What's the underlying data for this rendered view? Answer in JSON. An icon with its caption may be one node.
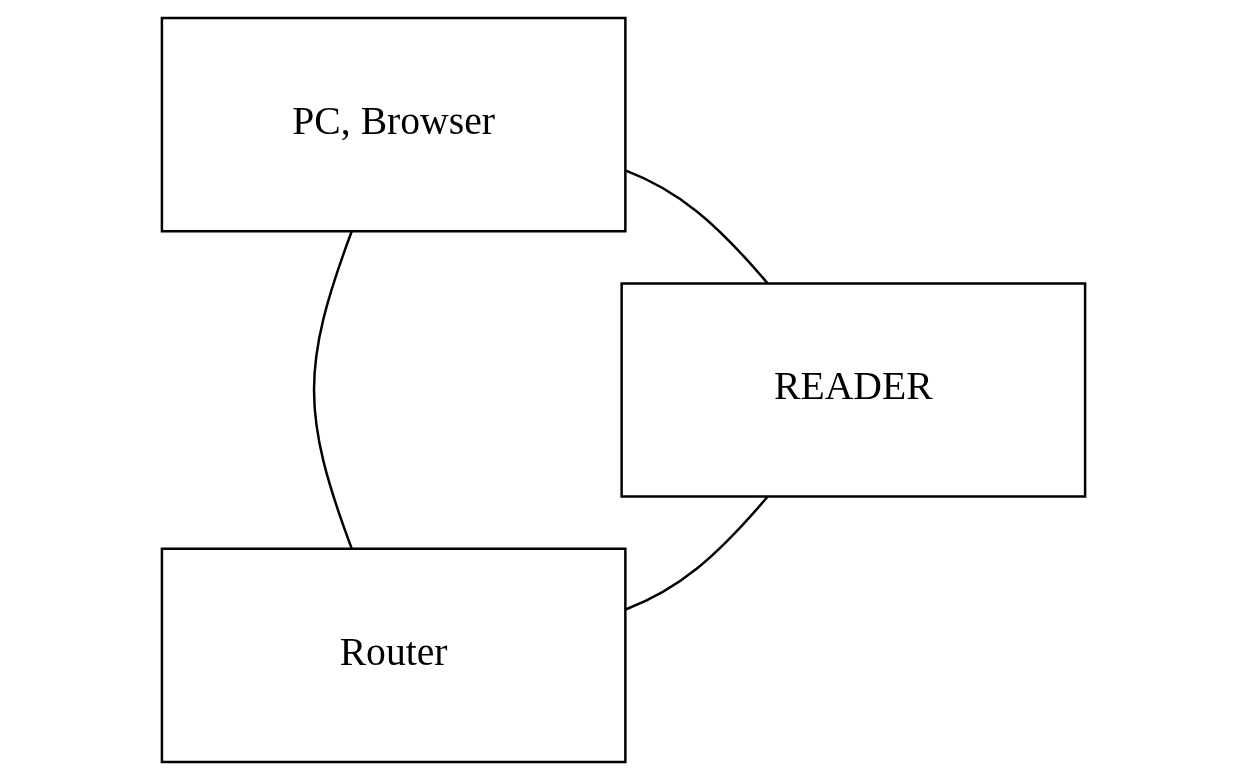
{
  "diagram": {
    "nodes": [
      {
        "text": [
          "Router"
        ]
      },
      {
        "text": [
          "READER"
        ]
      },
      {
        "text": [
          "PC, Browser"
        ]
      }
    ],
    "edges": [
      {
        "from": 0,
        "to": 2,
        "arrow": "none"
      },
      {
        "from": 2,
        "to": 1,
        "arrow": "none"
      },
      {
        "from": 1,
        "to": 0,
        "arrow": "none"
      }
    ]
  }
}
